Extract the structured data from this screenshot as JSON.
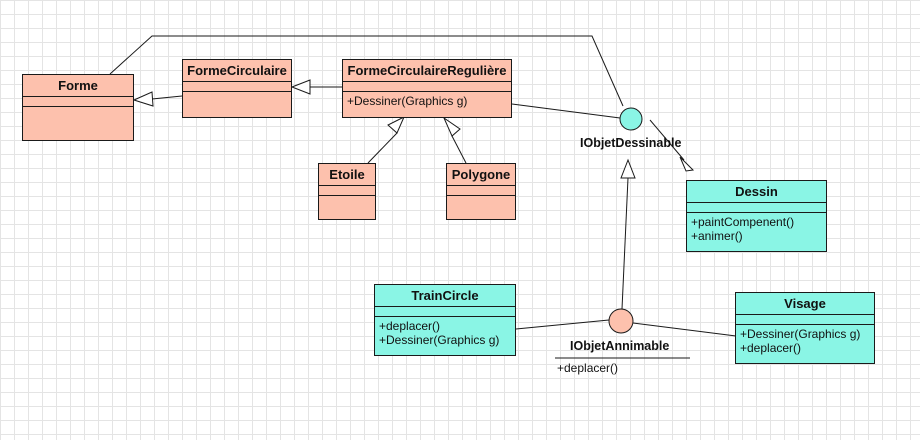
{
  "colors": {
    "class_fill_a": "#fdc1ad",
    "class_fill_b": "#8af5e5",
    "line": "#1a1a1a"
  },
  "classes": {
    "forme": {
      "name": "Forme"
    },
    "forme_circulaire": {
      "name": "FormeCirculaire"
    },
    "forme_circulaire_reguliere": {
      "name": "FormeCirculaireRegulière",
      "ops": [
        "+Dessiner(Graphics g)"
      ]
    },
    "etoile": {
      "name": "Etoile"
    },
    "polygone": {
      "name": "Polygone"
    },
    "dessin": {
      "name": "Dessin",
      "ops": [
        "+paintCompenent()",
        "+animer()"
      ]
    },
    "train_circle": {
      "name": "TrainCircle",
      "ops": [
        "+deplacer()",
        "+Dessiner(Graphics g)"
      ]
    },
    "visage": {
      "name": "Visage",
      "ops": [
        "+Dessiner(Graphics g)",
        "+deplacer()"
      ]
    }
  },
  "interfaces": {
    "dessinable": {
      "name": "IObjetDessinable"
    },
    "annimable": {
      "name": "IObjetAnnimable",
      "ops": [
        "+deplacer()"
      ]
    }
  }
}
